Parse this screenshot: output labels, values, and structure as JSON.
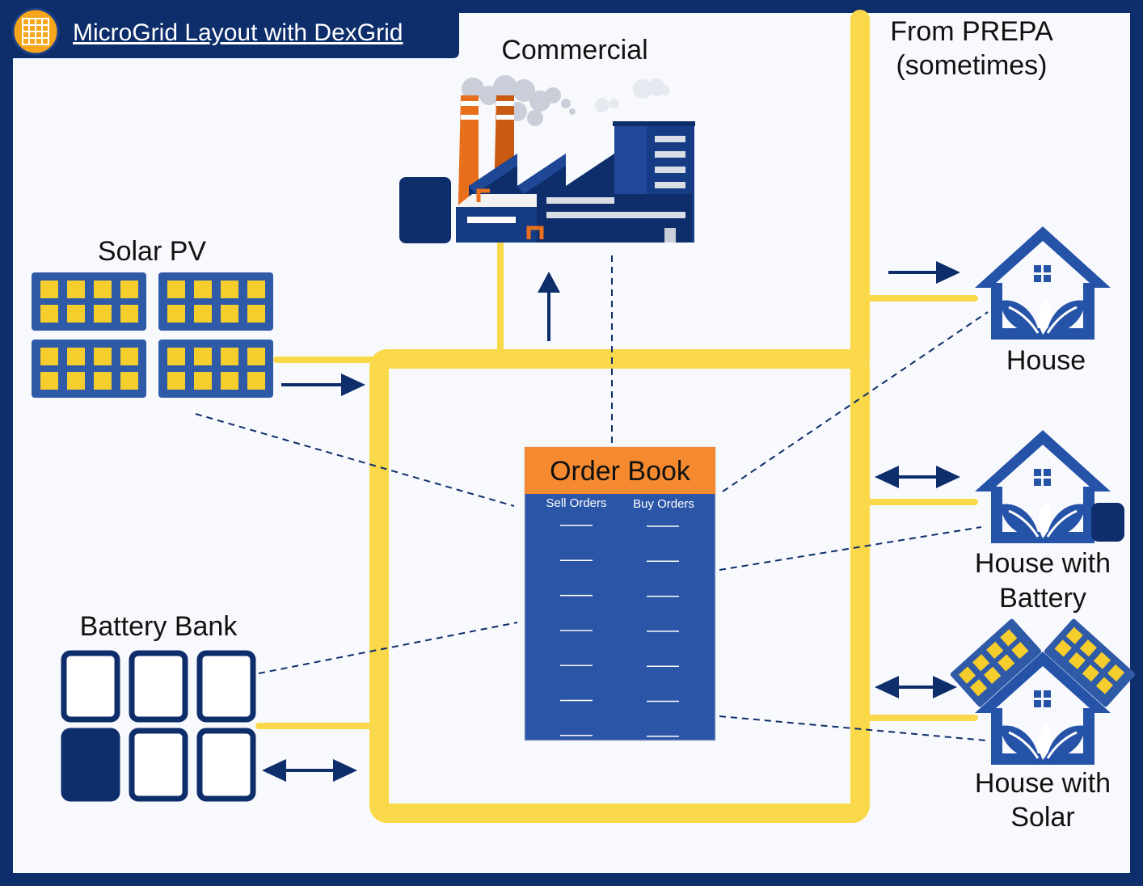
{
  "header": {
    "title_link": "MicroGrid Layout with DexGrid",
    "icon": "grid-logo-icon"
  },
  "labels": {
    "commercial": "Commercial",
    "from_prepa_line1": "From PREPA",
    "from_prepa_line2": "(sometimes)",
    "solar_pv": "Solar PV",
    "battery_bank": "Battery Bank",
    "house": "House",
    "house_battery_line1": "House with",
    "house_battery_line2": "Battery",
    "house_solar_line1": "House with",
    "house_solar_line2": "Solar"
  },
  "order_book": {
    "title": "Order Book",
    "sell_label": "Sell Orders",
    "buy_label": "Buy Orders",
    "rows": 7
  },
  "icons": {
    "factory": "factory-icon",
    "house": "house-icon",
    "solar_panel": "solar-panel-icon",
    "battery_cell": "battery-cell-icon"
  },
  "colors": {
    "frame": "#0d2d6b",
    "background": "#f8f9fc",
    "power_line": "#f9d84a",
    "house_blue": "#2553a8",
    "panel_blue": "#2e5aa8",
    "panel_yellow": "#f5cd2c",
    "order_book_header": "#f58a31",
    "order_book_body": "#2b55a6",
    "arrow": "#0d2d6b",
    "factory_dark": "#163c86",
    "factory_orange": "#e8701d"
  }
}
